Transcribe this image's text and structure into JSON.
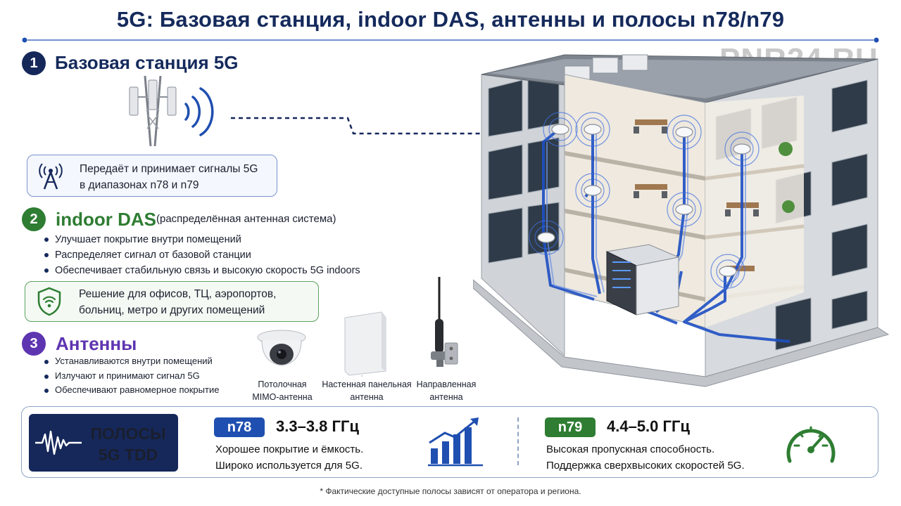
{
  "title": "5G: Базовая станция, indoor DAS, антенны и полосы n78/n79",
  "watermark": "PNR24.RU",
  "colors": {
    "navy": "#16285a",
    "green": "#2e7d32",
    "purple": "#5e35b1",
    "blue": "#1f4fb0"
  },
  "section1": {
    "number": "1",
    "heading": "Базовая станция 5G",
    "info_lines": [
      "Передаёт и принимает сигналы 5G",
      "в диапазонах n78 и n79"
    ],
    "icon": "cell-tower-icon"
  },
  "section2": {
    "number": "2",
    "heading": "indoor DAS",
    "subheading": "(распределённая антенная система)",
    "bullets": [
      "Улучшает покрытие внутри помещений",
      "Распределяет сигнал от базовой станции",
      "Обеспечивает стабильную связь и высокую скорость 5G indoors"
    ],
    "info_lines": [
      "Решение для офисов, ТЦ, аэропортов,",
      "больниц, метро и других помещений"
    ],
    "icon": "shield-wifi-icon"
  },
  "section3": {
    "number": "3",
    "heading": "Антенны",
    "bullets": [
      "Устанавливаются внутри помещений",
      "Излучают и принимают сигнал 5G",
      "Обеспечивают равномерное покрытие"
    ],
    "antennas": [
      {
        "lines": [
          "Потолочная",
          "MIMO-антенна"
        ],
        "icon": "ceiling-antenna-icon"
      },
      {
        "lines": [
          "Настенная панельная",
          "антенна"
        ],
        "icon": "panel-antenna-icon"
      },
      {
        "lines": [
          "Направленная",
          "антенна"
        ],
        "icon": "directional-antenna-icon"
      }
    ]
  },
  "bands": {
    "label_lines": [
      "ПОЛОСЫ",
      "5G TDD"
    ],
    "n78": {
      "badge": "n78",
      "range": "3.3–3.8 ГГц",
      "desc": [
        "Хорошее покрытие и ёмкость.",
        "Широко используется для 5G."
      ]
    },
    "n79": {
      "badge": "n79",
      "range": "4.4–5.0 ГГц",
      "desc": [
        "Высокая пропускная способность.",
        "Поддержка сверхвысоких скоростей 5G."
      ]
    }
  },
  "footnote": "* Фактические доступные полосы зависят от оператора и региона."
}
